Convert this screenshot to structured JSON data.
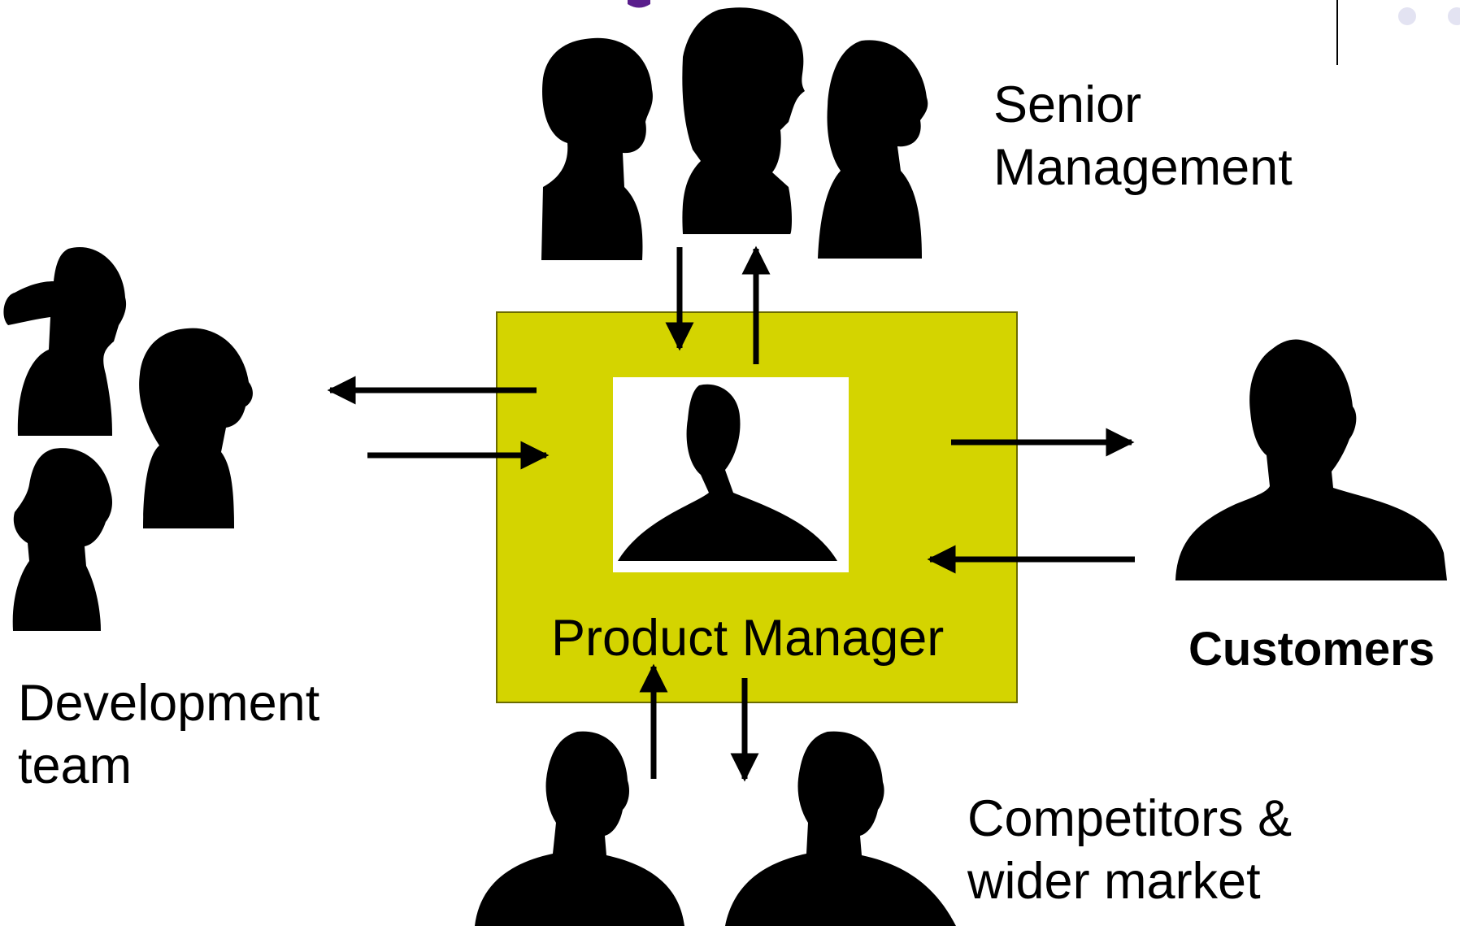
{
  "colors": {
    "box_fill": "#d4d400",
    "box_border": "#6b6b00",
    "silhouette": "#000000",
    "title_purple": "#5a1e8c",
    "deco_dot": "#e3e3f2"
  },
  "labels": {
    "senior_line1": "Senior",
    "senior_line2": "Management",
    "dev_line1": "Development",
    "dev_line2": "team",
    "product_manager": "Product Manager",
    "customers": "Customers",
    "competitors_line1": "Competitors &",
    "competitors_line2": "wider market"
  },
  "icons": {
    "person": "person-silhouette-icon",
    "arrow": "arrow-icon"
  }
}
